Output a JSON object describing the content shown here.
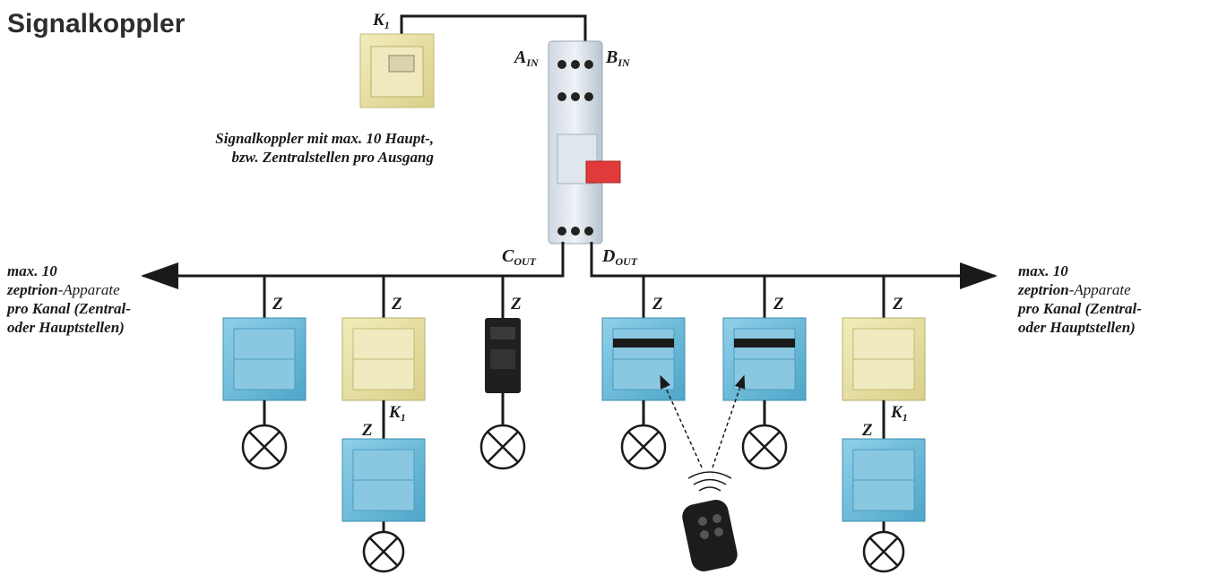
{
  "title": "Signalkoppler",
  "coupler_note": {
    "line1": "Signalkoppler mit max. 10 Haupt-,",
    "line2": "bzw. Zentralstellen pro Ausgang"
  },
  "terminals": {
    "k1": {
      "main": "K",
      "sub": "1"
    },
    "a_in": {
      "main": "A",
      "sub": "IN"
    },
    "b_in": {
      "main": "B",
      "sub": "IN"
    },
    "c_out": {
      "main": "C",
      "sub": "OUT"
    },
    "d_out": {
      "main": "D",
      "sub": "OUT"
    }
  },
  "z_label": "Z",
  "left_note": {
    "line1": "max. 10",
    "line2_bold": "zeptrion",
    "line2_rest": "-Apparate",
    "line3": "pro Kanal (Zentral-",
    "line4": "oder Hauptstellen)"
  },
  "right_note": {
    "line1": "max. 10",
    "line2_bold": "zeptrion",
    "line2_rest": "-Apparate",
    "line3": "pro Kanal (Zentral-",
    "line4": "oder Hauptstellen)"
  },
  "colors": {
    "blue_device": "#6fbfdc",
    "cream_device": "#e9e2a6",
    "line": "#1a1a1a"
  }
}
